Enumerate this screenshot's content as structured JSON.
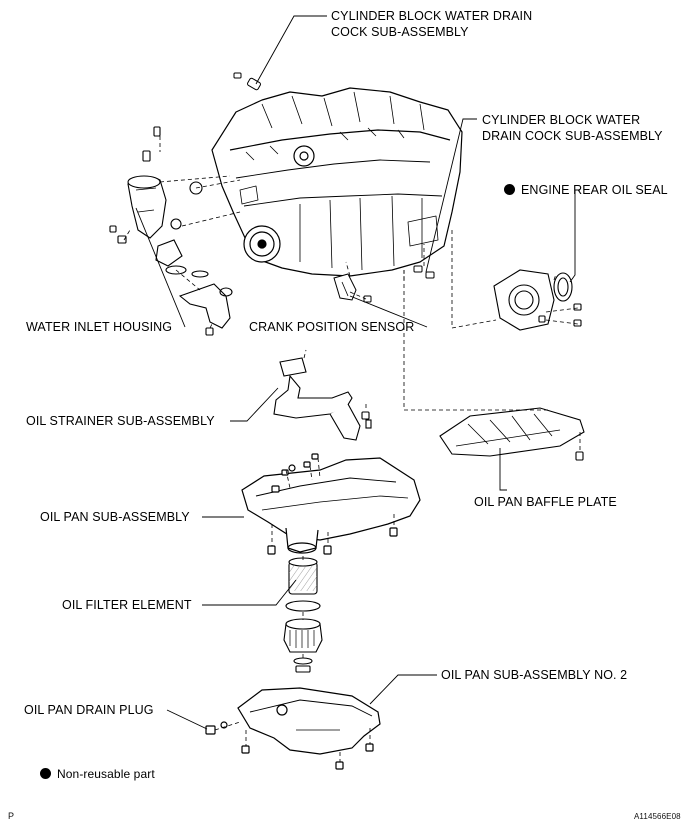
{
  "labels": {
    "cyl_drain_1_line1": "CYLINDER BLOCK WATER DRAIN",
    "cyl_drain_1_line2": "COCK SUB-ASSEMBLY",
    "cyl_drain_2_line1": "CYLINDER BLOCK WATER",
    "cyl_drain_2_line2": "DRAIN COCK SUB-ASSEMBLY",
    "engine_rear_oil_seal": "ENGINE REAR OIL SEAL",
    "water_inlet_housing": "WATER INLET HOUSING",
    "crank_position_sensor": "CRANK POSITION SENSOR",
    "oil_strainer": "OIL STRAINER SUB-ASSEMBLY",
    "oil_pan_baffle_plate": "OIL PAN BAFFLE PLATE",
    "oil_pan_sub_assembly": "OIL PAN SUB-ASSEMBLY",
    "oil_filter_element": "OIL FILTER ELEMENT",
    "oil_pan_sub_assembly_no2": "OIL PAN SUB-ASSEMBLY NO. 2",
    "oil_pan_drain_plug": "OIL PAN DRAIN PLUG"
  },
  "legend": {
    "non_reusable": "Non-reusable part"
  },
  "footer": {
    "left_code": "P",
    "figure_id": "A114566E08"
  },
  "colors": {
    "ink": "#000000",
    "background": "#ffffff"
  }
}
